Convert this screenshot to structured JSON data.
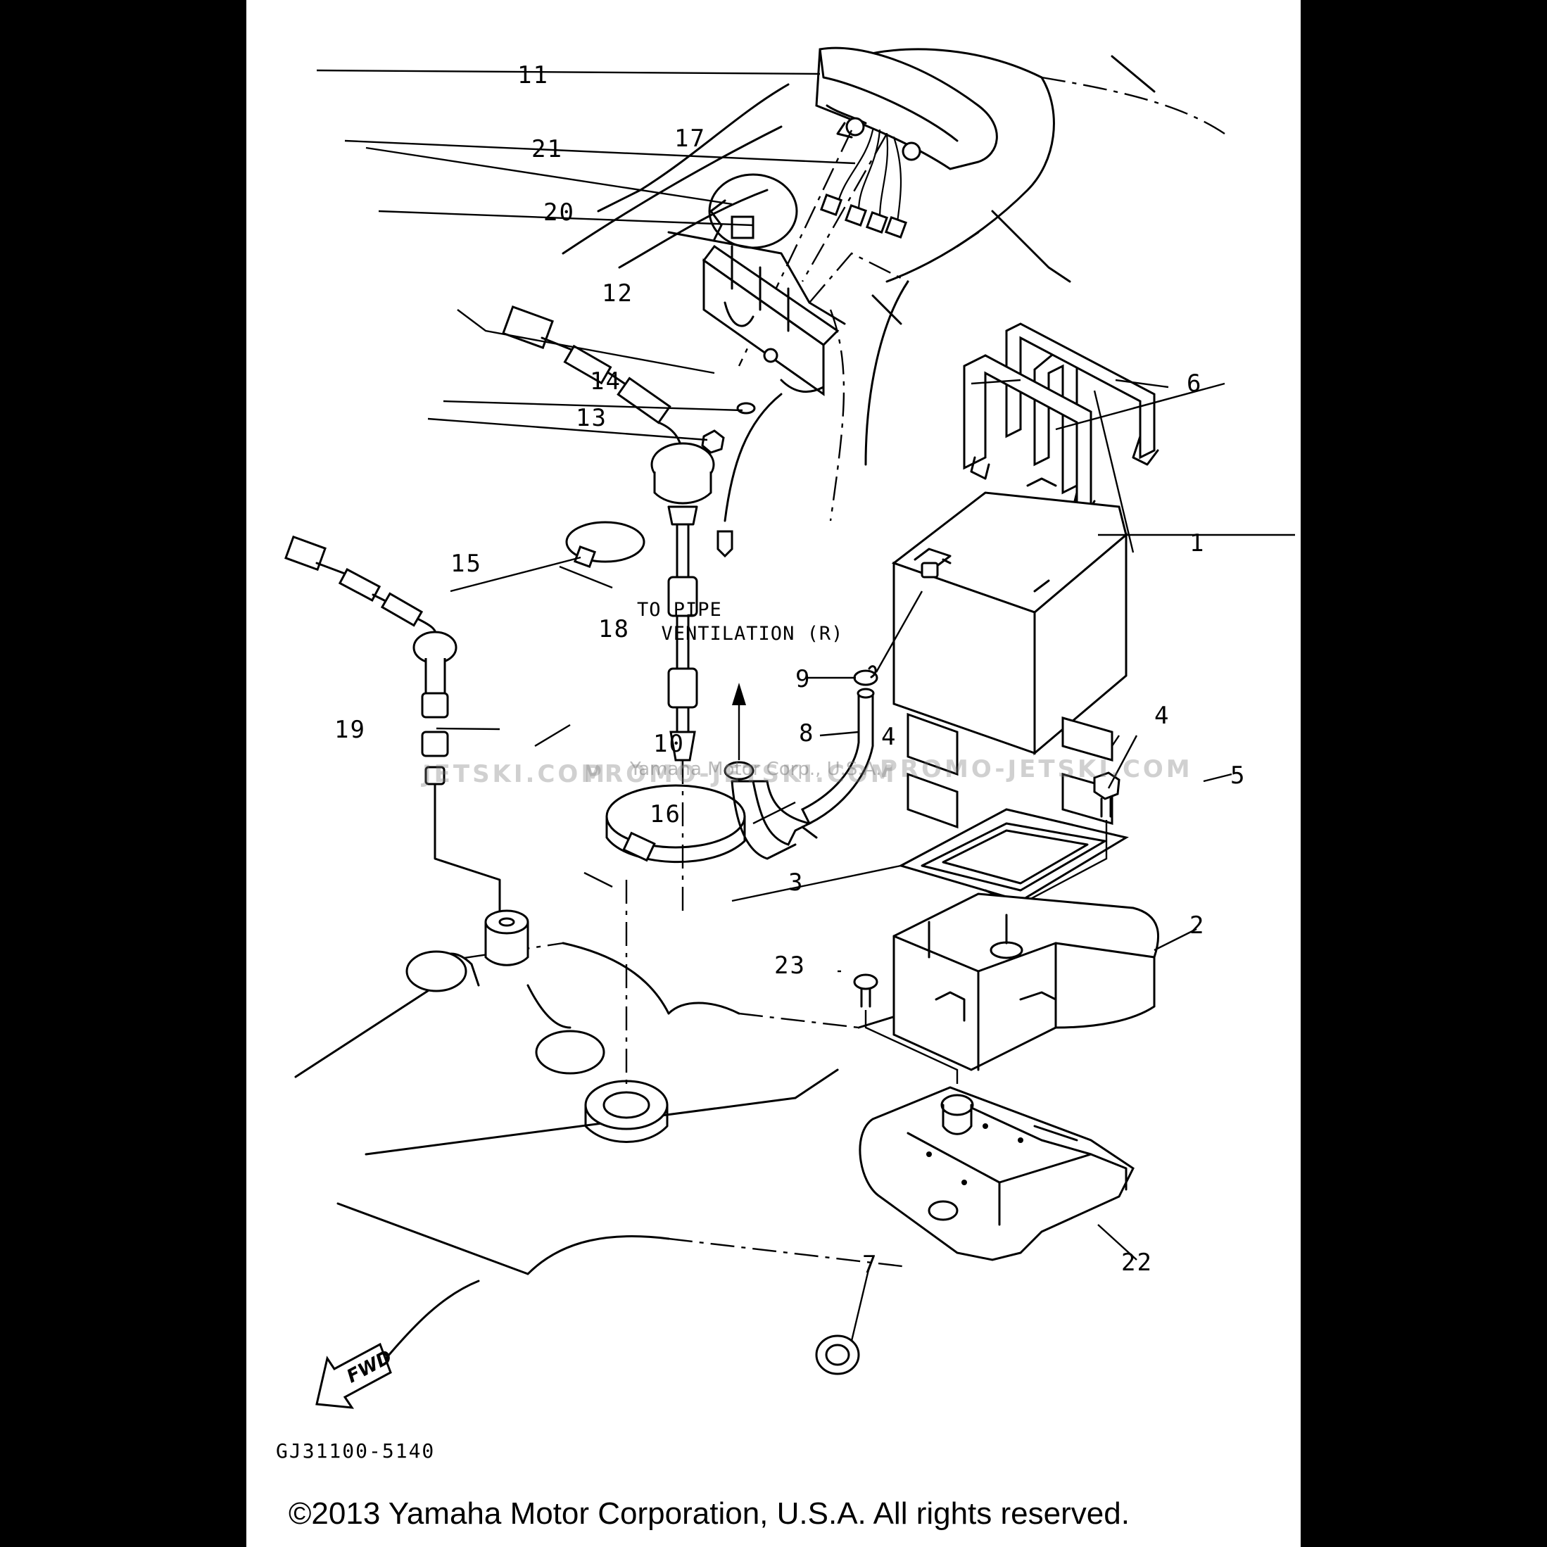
{
  "diagram": {
    "callouts": {
      "c1": "1",
      "c2": "2",
      "c3": "3",
      "c4a": "4",
      "c4b": "4",
      "c5": "5",
      "c6": "6",
      "c7": "7",
      "c8": "8",
      "c9": "9",
      "c10": "10",
      "c11": "11",
      "c12": "12",
      "c13": "13",
      "c14": "14",
      "c15": "15",
      "c16": "16",
      "c17": "17",
      "c18": "18",
      "c19": "19",
      "c20": "20",
      "c21": "21",
      "c22": "22",
      "c23": "23"
    },
    "note": "TO PIPE\n  VENTILATION (R)",
    "fwd_label": "FWD",
    "reference_code": "GJ31100-5140",
    "watermark": {
      "left": "JETSKI.COM",
      "center": "PROMO-JETSKI.COM",
      "right": "PROMO-JETSKI.COM",
      "sub": "Yamaha Motor Corp., U.S.A."
    }
  },
  "footer": {
    "copyright": "©2013 Yamaha Motor Corporation, U.S.A. All rights reserved."
  }
}
